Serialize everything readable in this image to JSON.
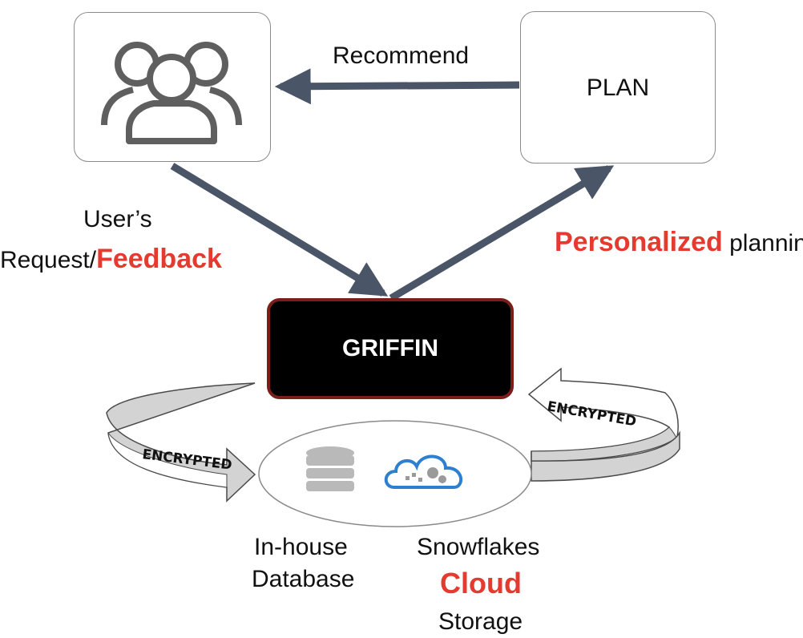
{
  "diagram": {
    "users_node": {
      "icon": "users-group-icon"
    },
    "plan_node": {
      "label": "PLAN"
    },
    "griffin_node": {
      "label": "GRIFFIN"
    },
    "edges": {
      "recommend": "Recommend",
      "request_line1": "User’s",
      "request_line2_prefix": "Request/",
      "request_line2_highlight": "Feedback",
      "planning_highlight": "Personalized",
      "planning_suffix": "planning"
    },
    "encrypted_left": "ENCRYPTED",
    "encrypted_right": "ENCRYPTED",
    "storage": {
      "database_icon": "database-icon",
      "cloud_icon": "cloud-gear-icon",
      "inhouse_line1": "In-house",
      "inhouse_line2": "Database",
      "cloud_line1": "Snowflakes",
      "cloud_line2": "Cloud",
      "cloud_line3": "Storage"
    },
    "colors": {
      "highlight": "#e53a2f",
      "arrow": "#4a5568",
      "griffin_fill": "#000000",
      "griffin_border": "#7a1e1a",
      "cloud_icon": "#2f7fd0"
    }
  }
}
